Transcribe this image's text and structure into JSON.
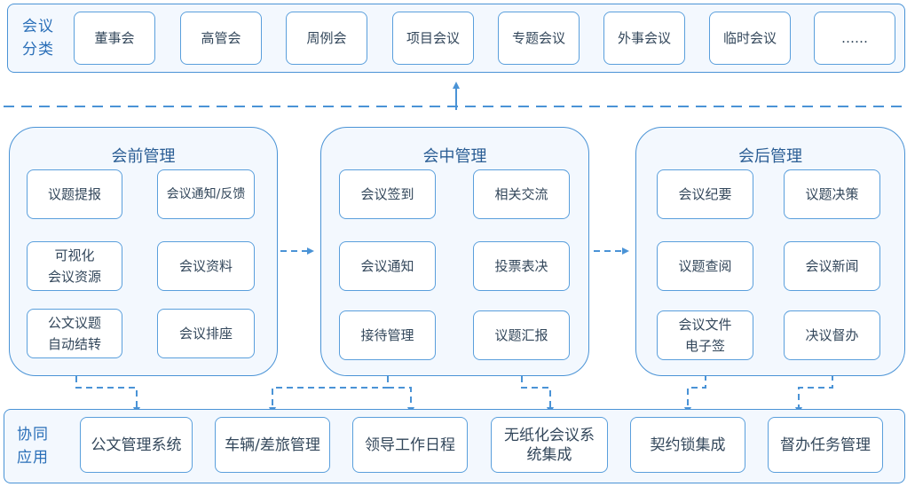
{
  "categories": {
    "label": "会议\n分类",
    "items": [
      "董事会",
      "高管会",
      "周例会",
      "项目会议",
      "专题会议",
      "外事会议",
      "临时会议",
      "……"
    ]
  },
  "panels": [
    {
      "title": "会前管理",
      "items": [
        "议题提报",
        "会议通知/反馈",
        "可视化\n会议资源",
        "会议资料",
        "公文议题\n自动结转",
        "会议排座"
      ]
    },
    {
      "title": "会中管理",
      "items": [
        "会议签到",
        "相关交流",
        "会议通知",
        "投票表决",
        "接待管理",
        "议题汇报"
      ]
    },
    {
      "title": "会后管理",
      "items": [
        "会议纪要",
        "议题决策",
        "议题查阅",
        "会议新闻",
        "会议文件\n电子签",
        "决议督办"
      ]
    }
  ],
  "collab": {
    "label": "协同\n应用",
    "items": [
      "公文管理系统",
      "车辆/差旅管理",
      "领导工作日程",
      "无纸化会议系\n统集成",
      "契约锁集成",
      "督办任务管理"
    ]
  },
  "colors": {
    "line": "#4a93d6",
    "fill": "#f3f8fe",
    "border": "#5a9fdc"
  }
}
